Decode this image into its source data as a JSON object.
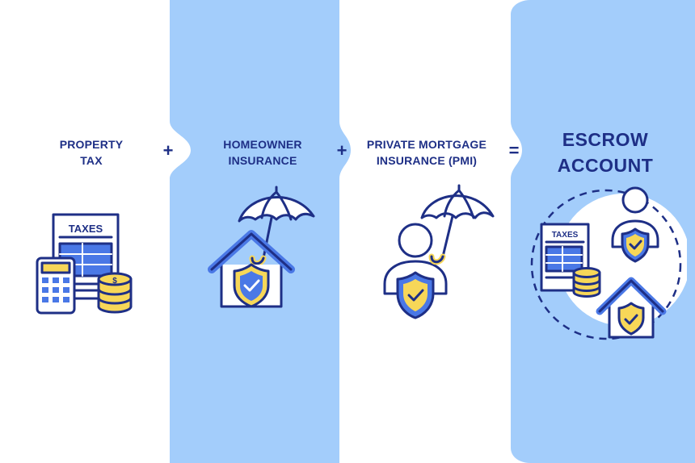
{
  "panels": [
    {
      "title_lines": [
        "PROPERTY",
        "TAX"
      ],
      "icon": "property-tax-icon",
      "doc_label": "TAXES"
    },
    {
      "title_lines": [
        "HOMEOWNER",
        "INSURANCE"
      ],
      "icon": "homeowner-insurance-icon"
    },
    {
      "title_lines": [
        "PRIVATE MORTGAGE",
        "INSURANCE (PMI)"
      ],
      "icon": "private-mortgage-insurance-icon"
    },
    {
      "title_lines": [
        "ESCROW",
        "ACCOUNT"
      ],
      "icon": "escrow-account-icon",
      "doc_label": "TAXES"
    }
  ],
  "operators": [
    "+",
    "+",
    "="
  ],
  "colors": {
    "panel_blue": "#a3cdfb",
    "navy": "#1e2f86",
    "blue": "#4a78e6",
    "yellow": "#f7d758",
    "white": "#ffffff"
  }
}
